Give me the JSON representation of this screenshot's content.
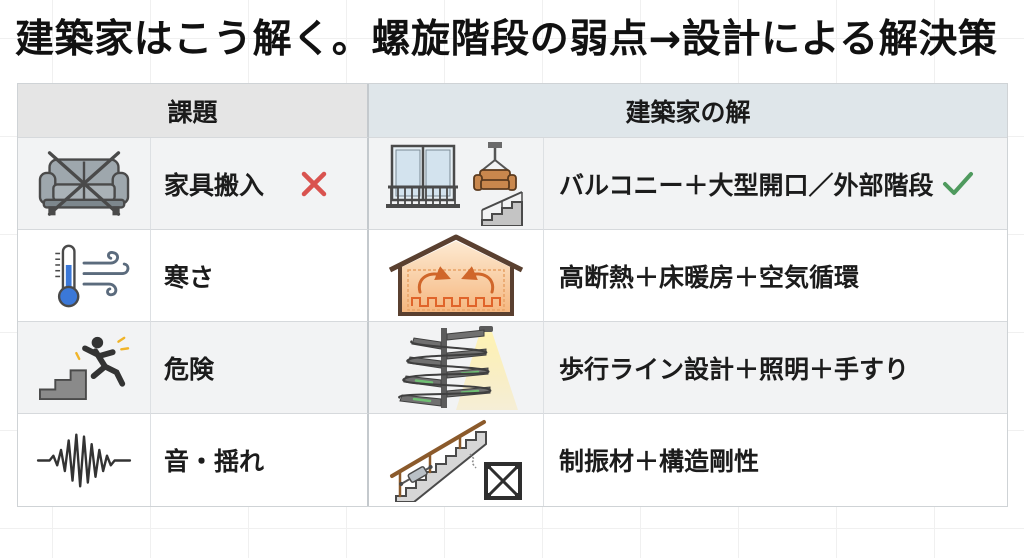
{
  "title": "建築家はこう解く。螺旋階段の弱点→設計による解決策",
  "table": {
    "header_problem": "課題",
    "header_solution": "建築家の解",
    "rows": [
      {
        "problem": "家具搬入",
        "problem_icon": "sofa-crossed-icon",
        "problem_mark_icon": "cross-mark-icon",
        "solution": "バルコニー＋大型開口／外部階段",
        "solution_icon": "balcony-crane-stairs-icon",
        "solution_mark_icon": "check-mark-icon"
      },
      {
        "problem": "寒さ",
        "problem_icon": "thermometer-wind-icon",
        "solution": "高断熱＋床暖房＋空気循環",
        "solution_icon": "insulated-house-floor-heating-icon"
      },
      {
        "problem": "危険",
        "problem_icon": "person-falling-stairs-icon",
        "solution": "歩行ライン設計＋照明＋手すり",
        "solution_icon": "lit-spiral-staircase-icon"
      },
      {
        "problem": "音・揺れ",
        "problem_icon": "vibration-wave-icon",
        "solution": "制振材＋構造剛性",
        "solution_icon": "damper-brace-frame-icon"
      }
    ]
  },
  "colors": {
    "title_text": "#111111",
    "header_problem_bg": "#e5e5e5",
    "header_solution_bg": "#dfe6ea",
    "row_alt_bg": "#f2f3f4",
    "cross_mark": "#d9534f",
    "check_mark": "#4f9a5e"
  }
}
